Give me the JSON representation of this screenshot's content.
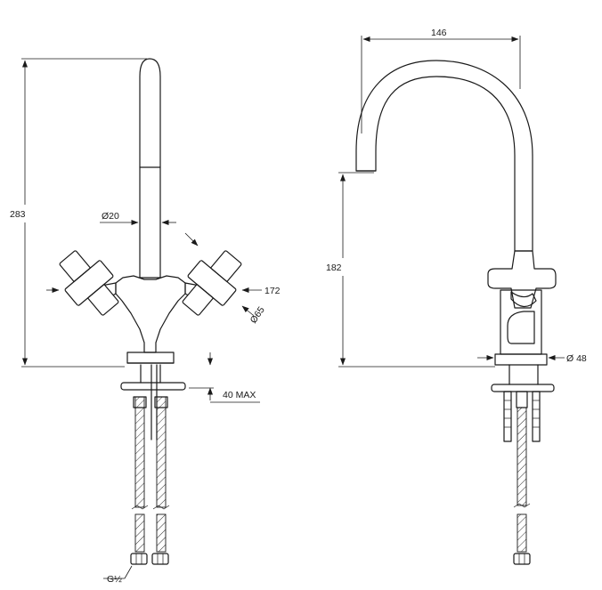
{
  "front_view": {
    "height_label": "283",
    "spout_diameter_label": "Ø20",
    "reach_label": "172",
    "base_diameter_label": "Ø65",
    "deck_thickness_label": "40 MAX",
    "connector_label": "G½"
  },
  "side_view": {
    "reach_label": "146",
    "spout_height_label": "182",
    "base_diameter_label": "Ø 48"
  }
}
